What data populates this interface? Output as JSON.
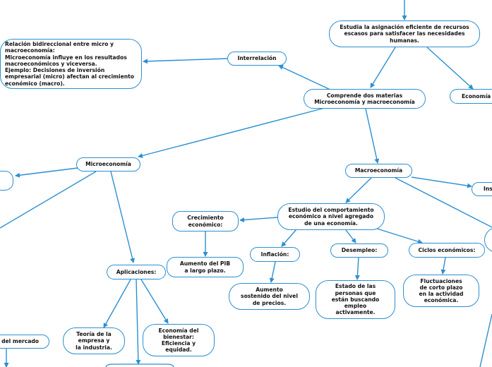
{
  "nodes": {
    "estudia": "Estudia la asignación eficiente de recursos\nescasos para satisfacer las necesidades\nhumanas.",
    "economia_p": "Economía p",
    "relacion": "Relación bidireccional entre micro y\nmacroeconomía:\nMicroeconomía influye en los resultados\nmacroeconómicos y viceversa.\nEjemplo: Decisiones de inversión\nempresarial (micro) afectan al crecimiento\neconómico (macro).",
    "interrelacion": "Interrelación",
    "comprende": "Comprende dos materias\nMicroeconomía y macroeconomía",
    "microeconomia": "Microeconomía",
    "macroeconomia": "Macroeconomía",
    "ins": "Ins",
    "estudio_comportamiento": "Estudio del comportamiento\neconómico a nivel agregado\nde una economía.",
    "crecimiento": "Crecimiento\neconómico:",
    "aumento_pib": "Aumento del PIB\na largo plazo.",
    "inflacion": "Inflación:",
    "aumento_precios": "Aumento\nsostenido del nivel\nde precios.",
    "desempleo": "Desempleo:",
    "estado_personas": "Estado de las\npersonas que\nestán buscando\nempleo\nactivamente.",
    "ciclos": "Ciclos económicos:",
    "fluctuaciones": "Fluctuaciones\nde corto plazo\nen la actividad\neconómica.",
    "aplicaciones": "Aplicaciones:",
    "teoria_empresa": "Teoría de la\nempresa y\nla industria.",
    "economia_bienestar": "Economía del\nbienestar:\nEficiencia y\nequidad.",
    "mercado": "o del mercado"
  },
  "colors": {
    "line": "#2b8fd1",
    "text": "#111111",
    "background": "#ffffff"
  }
}
